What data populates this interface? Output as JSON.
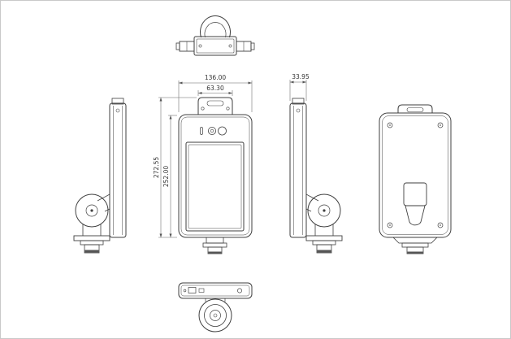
{
  "dimensions": {
    "front_overall_width": "136.00",
    "front_bracket_width": "63.30",
    "side_depth": "33.95",
    "overall_height": "272.55",
    "body_height": "252.00"
  },
  "accent": {
    "line_color": "#3f3f3f",
    "dim_color": "#666666"
  }
}
